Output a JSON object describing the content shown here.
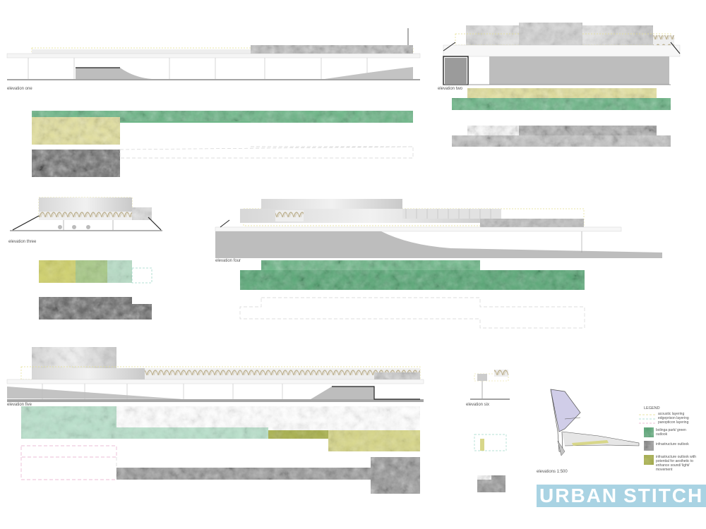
{
  "elevations": {
    "one": "elevation one",
    "two": "elevation two",
    "three": "elevation three",
    "four": "elevation four",
    "five": "elevation five",
    "six": "elevation six"
  },
  "plan_caption": "elevations 1:500",
  "legend": {
    "title": "LEGEND",
    "items": [
      "acoustic layering",
      "edgeprison layering",
      "panopticon layering",
      "bolinga park/ green outlook",
      "infrastructure outlook",
      "infrastructure outlook with potential for aesthetic to enhance sound/ light/ movement"
    ]
  },
  "brand": {
    "part1": "URBAN",
    "part2": "STITCH"
  },
  "colors": {
    "green": "#5aa877",
    "pale_green": "#a8d4b8",
    "yellow": "#d8d78a",
    "olive": "#a9b14e",
    "texture": "#8a8a8a",
    "ground": "#bdbdbd",
    "dash_green": "#9fd8c8",
    "dash_yellow": "#e3dd8a",
    "dash_pink": "#e5a9c9",
    "dash_grey": "#cfcfcf",
    "brand": "#a9d3e3"
  }
}
